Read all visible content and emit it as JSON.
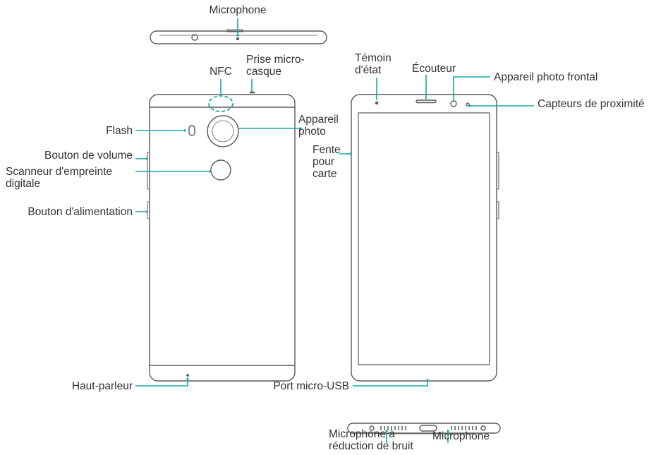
{
  "colors": {
    "outline": "#5a5a5a",
    "leader": "#1aa6a6",
    "text": "#333333",
    "background": "#ffffff"
  },
  "labels": {
    "microphone_top": "Microphone",
    "nfc": "NFC",
    "headset_jack": "Prise micro-casque",
    "flash": "Flash",
    "camera": "Appareil photo",
    "volume_button": "Bouton de volume",
    "fingerprint_scanner": "Scanneur d'empreinte digitale",
    "power_button": "Bouton d'alimentation",
    "loudspeaker": "Haut-parleur",
    "status_indicator": "Témoin d'état",
    "earpiece": "Écouteur",
    "front_camera": "Appareil photo frontal",
    "proximity_sensors": "Capteurs de proximité",
    "card_slot": "Fente pour carte",
    "micro_usb_port": "Port micro-USB",
    "noise_reduction_microphone": "Microphone à réduction de bruit",
    "microphone_bottom": "Microphone"
  }
}
